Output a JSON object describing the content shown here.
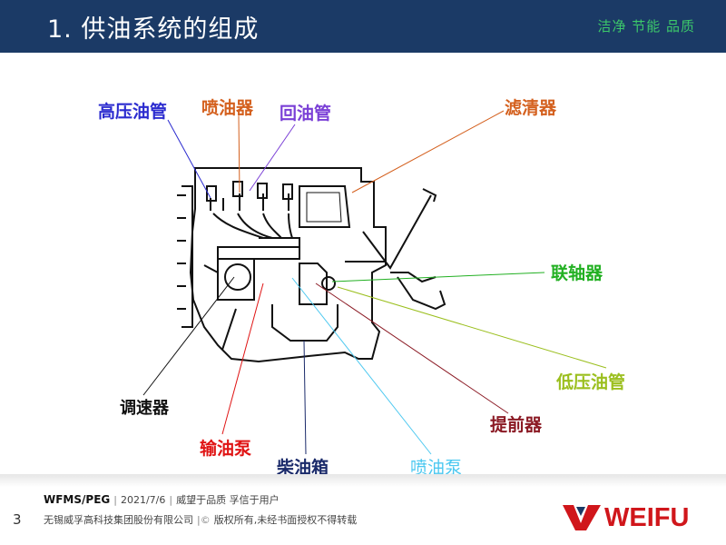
{
  "header": {
    "title": "1. 供油系统的组成",
    "slogan": "洁净 节能 品质"
  },
  "labels": {
    "high_pressure_pipe": "高压油管",
    "injector": "喷油器",
    "return_pipe": "回油管",
    "filter": "滤清器",
    "coupling": "联轴器",
    "low_pressure_pipe": "低压油管",
    "governor": "调速器",
    "advancer": "提前器",
    "transfer_pump": "输油泵",
    "diesel_tank": "柴油箱",
    "injection_pump": "喷油泵"
  },
  "colors": {
    "header_bg": "#1b3a66",
    "high_pressure_pipe": "#2b2bcf",
    "injector": "#d4601e",
    "return_pipe": "#7a3fd6",
    "filter": "#d4601e",
    "coupling": "#22b022",
    "low_pressure_pipe": "#9bbf1e",
    "governor": "#111111",
    "advancer": "#8b1a24",
    "transfer_pump": "#e01414",
    "diesel_tank": "#1a2a6a",
    "injection_pump": "#4cc8f0"
  },
  "footer": {
    "page_number": "3",
    "brand": "WFMS/PEG",
    "date": "2021/7/6",
    "motto": "威望于品质 孚信于用户",
    "company": "无锡威孚高科技集团股份有限公司",
    "copyright": "版权所有,未经书面授权不得转载",
    "logo_text": "WEIFU"
  }
}
